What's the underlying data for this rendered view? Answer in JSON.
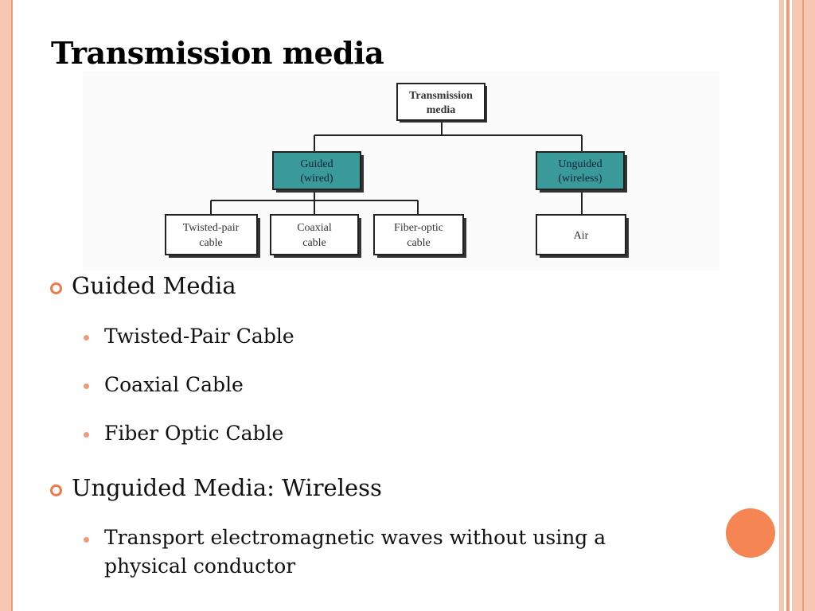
{
  "slide": {
    "title": "Transmission media",
    "colors": {
      "accent": "#f58552",
      "border_light": "#f6c7b1",
      "border_mid": "#ee9b79",
      "diagram_teal": "#3a9a9a"
    }
  },
  "diagram": {
    "root": {
      "line1": "Transmission",
      "line2": "media"
    },
    "guided": {
      "line1": "Guided",
      "line2": "(wired)"
    },
    "unguided": {
      "line1": "Unguided",
      "line2": "(wireless)"
    },
    "twisted": {
      "line1": "Twisted-pair",
      "line2": "cable"
    },
    "coaxial": {
      "line1": "Coaxial",
      "line2": "cable"
    },
    "fiber": {
      "line1": "Fiber-optic",
      "line2": "cable"
    },
    "air": {
      "line1": "Air"
    }
  },
  "bullets": {
    "guided": {
      "label": "Guided Media",
      "items": [
        "Twisted-Pair Cable",
        "Coaxial Cable",
        "Fiber Optic Cable"
      ]
    },
    "unguided": {
      "label": "Unguided Media: Wireless",
      "item_line1": "Transport electromagnetic waves without using a",
      "item_line2": "physical conductor"
    }
  }
}
